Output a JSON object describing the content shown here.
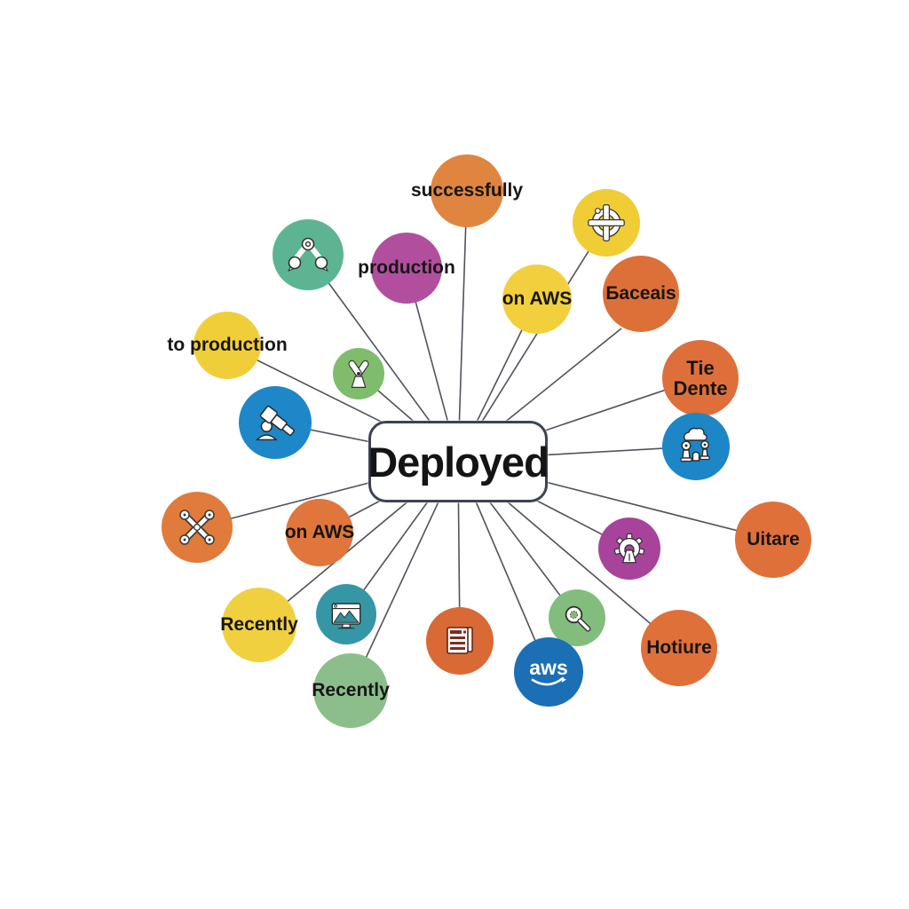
{
  "diagram": {
    "title": "Deployed mind map",
    "line_color": "#51525c",
    "background": "#ffffff"
  },
  "center": {
    "label": "Deployed",
    "border_color": "#3c4454"
  },
  "nodes": [
    {
      "label": "successfully",
      "color": "#E0853F",
      "icon": null
    },
    {
      "label": "",
      "color": "#5CB493",
      "icon": "network-branch-icon"
    },
    {
      "label": "production",
      "color": "#B14F9E",
      "icon": null
    },
    {
      "label": "",
      "color": "#F0CC35",
      "icon": "wheel-cross-icon"
    },
    {
      "label": "on AWS",
      "color": "#F2CF3D",
      "icon": null
    },
    {
      "label": "Баceais",
      "color": "#DD7038",
      "icon": null
    },
    {
      "label": "to production",
      "color": "#F0CE3A",
      "icon": null
    },
    {
      "label": "",
      "color": "#7FBC6B",
      "icon": "crossed-flags-icon"
    },
    {
      "label": "",
      "color": "#1D87C8",
      "icon": "telescope-person-icon"
    },
    {
      "label": "Tie Dente",
      "color": "#DF6F3A",
      "icon": null
    },
    {
      "label": "",
      "color": "#1C86C7",
      "icon": "team-cloud-icon"
    },
    {
      "label": "",
      "color": "#E07B3C",
      "icon": "crossed-wrenches-icon"
    },
    {
      "label": "on AWS",
      "color": "#E0763B",
      "icon": null
    },
    {
      "label": "",
      "color": "#A8439B",
      "icon": "gear-person-icon"
    },
    {
      "label": "Uitare",
      "color": "#E0703A",
      "icon": null
    },
    {
      "label": "Recently",
      "color": "#F0D03E",
      "icon": null
    },
    {
      "label": "",
      "color": "#3597A5",
      "icon": "chart-window-icon"
    },
    {
      "label": "",
      "color": "#D96A35",
      "icon": "document-list-icon"
    },
    {
      "label": "Recently",
      "color": "#8CBE8C",
      "icon": null
    },
    {
      "label": "",
      "color": "#82BD7D",
      "icon": "magnifier-icon"
    },
    {
      "label": "aws",
      "color": "#1B6FB5",
      "icon": "aws-logo"
    },
    {
      "label": "Hotiure",
      "color": "#E0703A",
      "icon": null
    }
  ]
}
